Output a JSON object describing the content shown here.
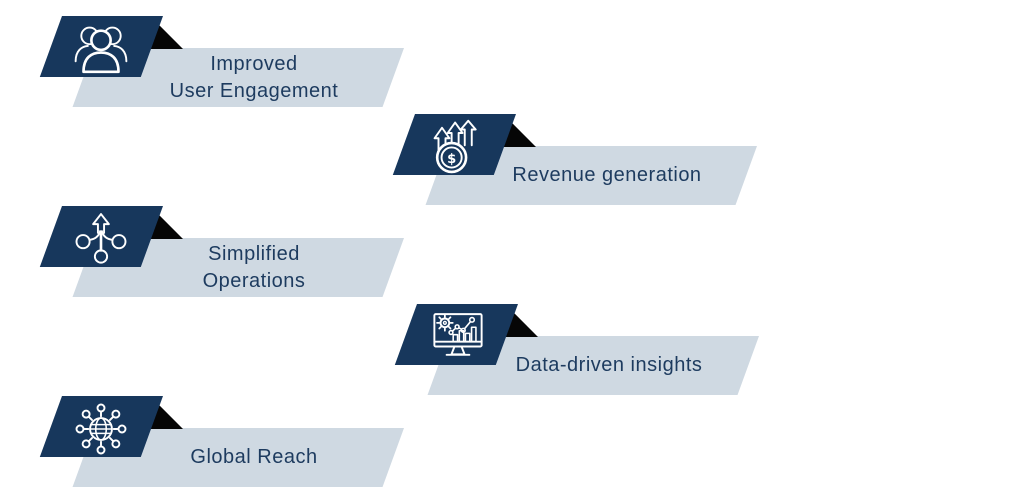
{
  "colors": {
    "panel_navy": "#17375c",
    "label_bar": "#cfd9e2",
    "fold_black": "#060606",
    "text_navy": "#1d3b5f",
    "icon_stroke": "#ffffff",
    "background": "#ffffff"
  },
  "items": [
    {
      "id": "improved-user-engagement",
      "icon": "users-icon",
      "lines": [
        "Improved",
        "User Engagement"
      ]
    },
    {
      "id": "revenue-generation",
      "icon": "growth-arrows-coin-icon",
      "lines": [
        "Revenue generation"
      ]
    },
    {
      "id": "simplified-operations",
      "icon": "split-junction-icon",
      "lines": [
        "Simplified",
        "Operations"
      ]
    },
    {
      "id": "data-driven-insights",
      "icon": "analytics-monitor-icon",
      "lines": [
        "Data-driven insights"
      ]
    },
    {
      "id": "global-reach",
      "icon": "globe-network-icon",
      "lines": [
        "Global Reach"
      ]
    }
  ],
  "coin_symbol": "$"
}
